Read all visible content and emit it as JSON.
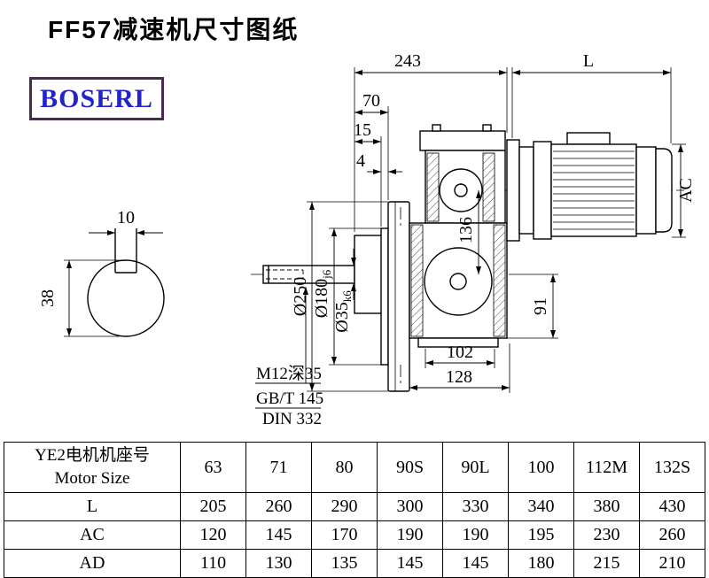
{
  "title": "FF57减速机尺寸图纸",
  "logo": "BOSERL",
  "drawing": {
    "dims": {
      "key_width": "10",
      "shaft_end_height": "38",
      "overall_length": "243",
      "motor_length": "L",
      "d70": "70",
      "d15": "15",
      "d4": "4",
      "flange_dia": "Ø250",
      "spigot_dia": "Ø180",
      "spigot_tol": "j6",
      "shaft_dia": "Ø35",
      "shaft_tol": "k6",
      "axis_distance": "136",
      "motor_od": "AC",
      "d91": "91",
      "d102": "102",
      "d128": "128"
    },
    "notes": {
      "tap": "M12深35",
      "std1": "GB/T 145",
      "std2": "DIN 332"
    }
  },
  "table": {
    "header": {
      "zh": "YE2电机机座号",
      "en": "Motor Size"
    },
    "sizes": [
      "63",
      "71",
      "80",
      "90S",
      "90L",
      "100",
      "112M",
      "132S"
    ],
    "rows": [
      {
        "label": "L",
        "values": [
          "205",
          "260",
          "290",
          "300",
          "330",
          "340",
          "380",
          "430"
        ]
      },
      {
        "label": "AC",
        "values": [
          "120",
          "145",
          "170",
          "190",
          "190",
          "195",
          "230",
          "260"
        ]
      },
      {
        "label": "AD",
        "values": [
          "110",
          "130",
          "135",
          "145",
          "145",
          "180",
          "215",
          "210"
        ]
      }
    ]
  }
}
